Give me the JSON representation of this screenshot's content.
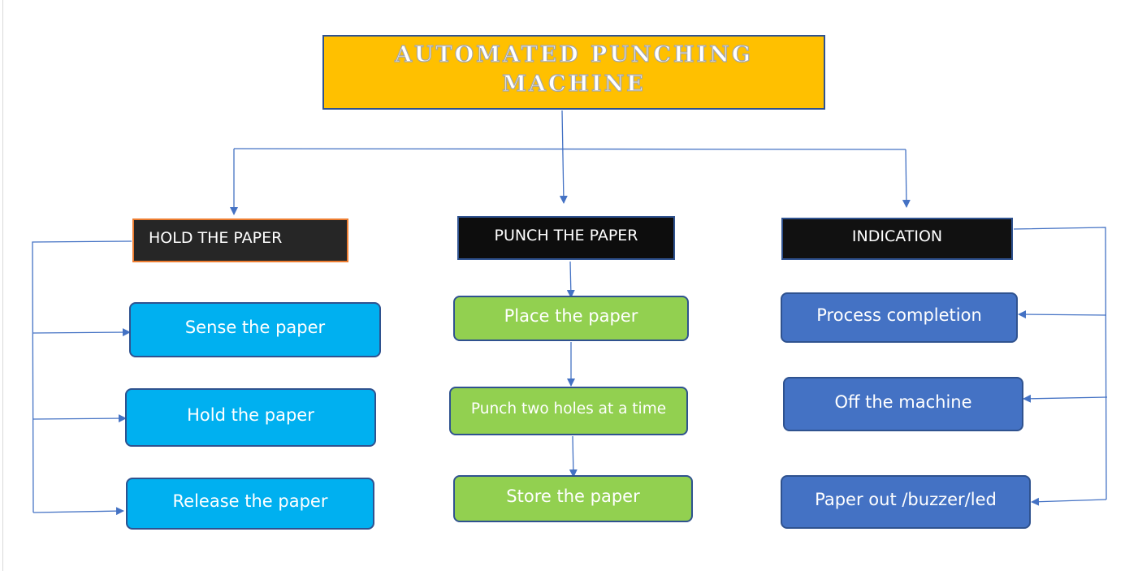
{
  "title": {
    "line1": "AUTOMATED    PUNCHING",
    "line2": "MACHINE"
  },
  "columns": [
    {
      "header": "HOLD THE PAPER",
      "steps": [
        "Sense the paper",
        "Hold the paper",
        "Release the paper"
      ]
    },
    {
      "header": "PUNCH THE PAPER",
      "steps": [
        "Place the paper",
        "Punch two holes at a time",
        "Store the paper"
      ]
    },
    {
      "header": "INDICATION",
      "steps": [
        "Process completion",
        "Off the machine",
        "Paper out /buzzer/led"
      ]
    }
  ],
  "colors": {
    "title_fill": "#ffc000",
    "header_fill": "#1b1b1b",
    "hold_steps_fill": "#00b0f0",
    "punch_steps_fill": "#92d050",
    "indication_steps_fill": "#4472c4",
    "connector": "#4472c4",
    "hold_header_border": "#ed7d31"
  }
}
